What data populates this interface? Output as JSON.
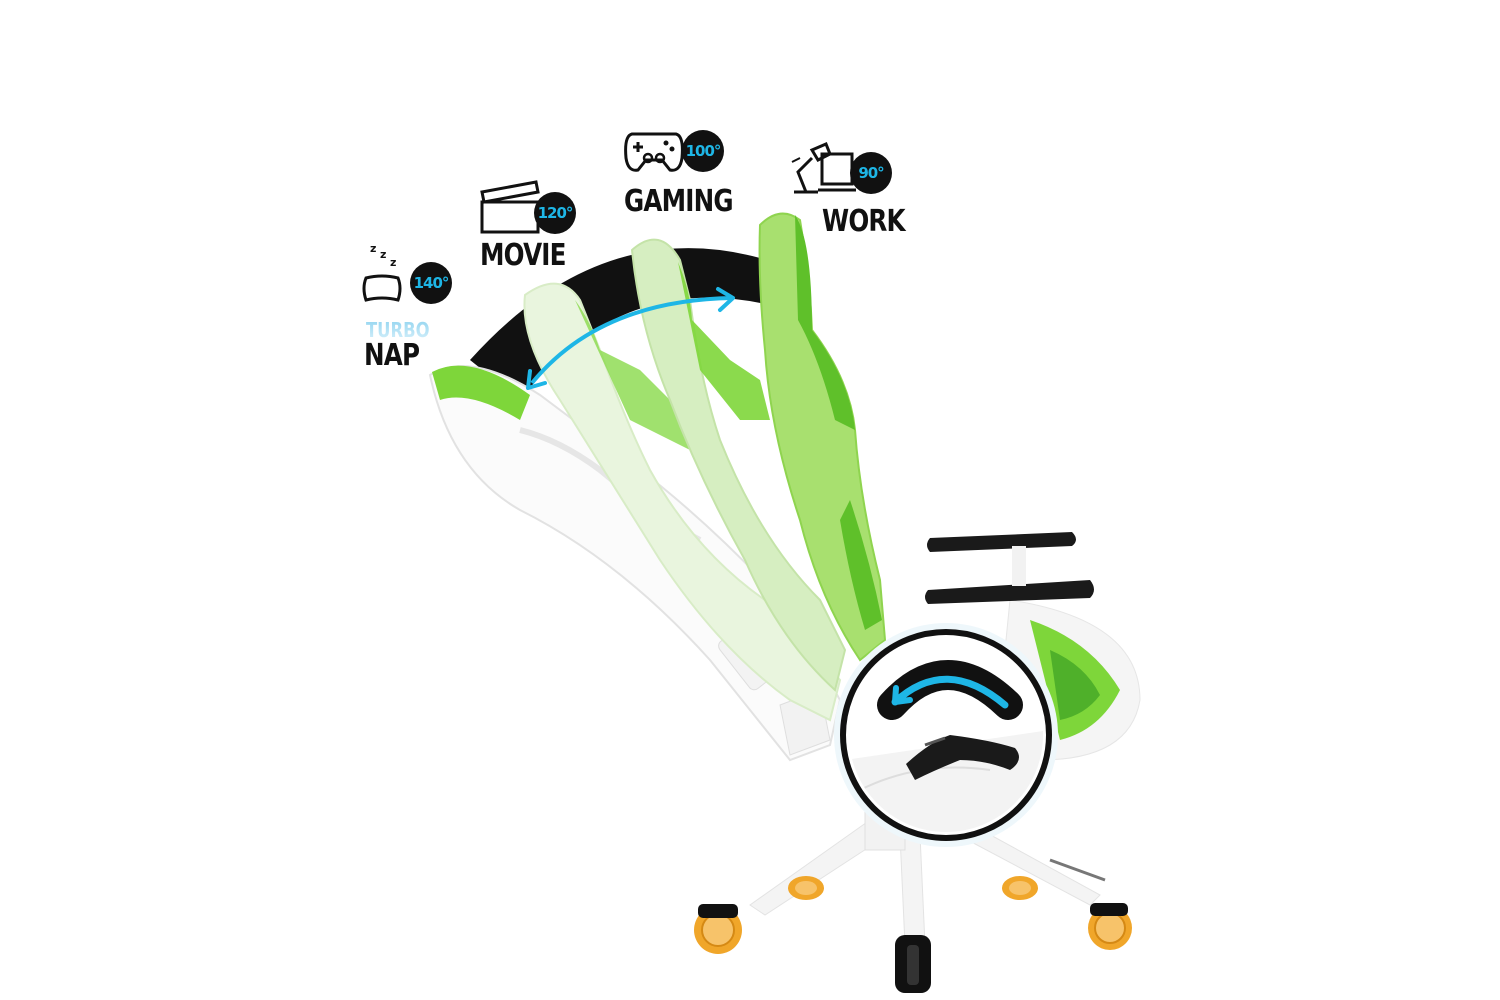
{
  "colors": {
    "accent_cyan": "#1EB6E6",
    "chair_green": "#7ED63A",
    "chair_green_pale": "#D7EFC2",
    "chair_white": "#F6F6F6",
    "arc_black": "#111111",
    "caster_orange": "#F0A62A"
  },
  "modes": [
    {
      "id": "nap",
      "prefix": "TURBO",
      "label": "NAP",
      "angle": "140°",
      "icon": "pillow-sleep-icon"
    },
    {
      "id": "movie",
      "label": "MOVIE",
      "angle": "120°",
      "icon": "clapperboard-icon"
    },
    {
      "id": "gaming",
      "label": "GAMING",
      "angle": "100°",
      "icon": "gamepad-icon"
    },
    {
      "id": "work",
      "label": "WORK",
      "angle": "90°",
      "icon": "desk-lamp-laptop-icon"
    }
  ],
  "recline_range": {
    "min_deg": 90,
    "max_deg": 140
  },
  "icons": {
    "recline_arrow": "double-headed-arc-arrow-icon",
    "lever_arrow": "curved-arrow-left-icon",
    "lever": "recline-lever-icon"
  }
}
